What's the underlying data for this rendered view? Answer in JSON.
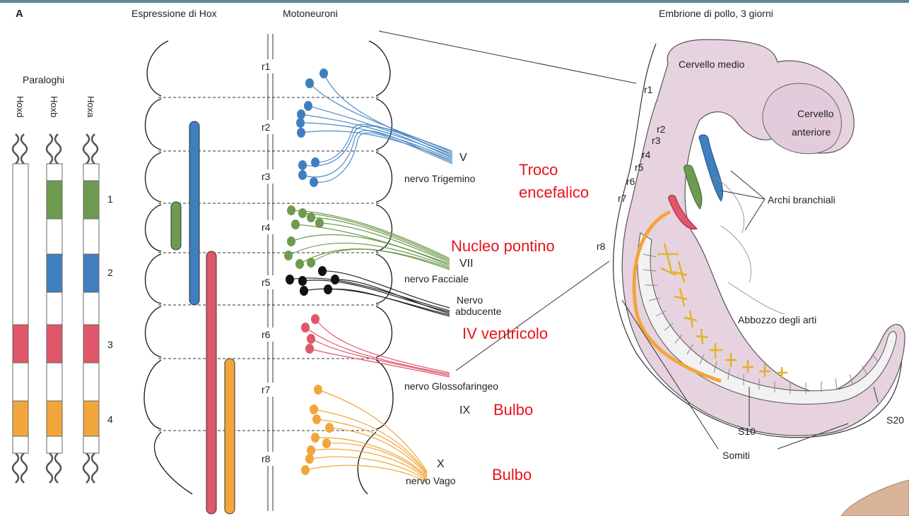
{
  "panel_letter": "A",
  "headers": {
    "hox": "Espressione  di Hox",
    "moto": "Motoneuroni",
    "embryo": "Embrione di pollo, 3 giorni"
  },
  "paralogs": {
    "title": "Paraloghi",
    "genes": [
      "Hoxd",
      "Hoxb",
      "Hoxa"
    ],
    "groups": [
      "1",
      "2",
      "3",
      "4"
    ]
  },
  "rhombomeres": [
    "r1",
    "r2",
    "r3",
    "r4",
    "r5",
    "r6",
    "r7",
    "r8"
  ],
  "nerves": {
    "v_num": "V",
    "v_name": "nervo Trigemino",
    "vii_num": "VII",
    "vii_name": "nervo Facciale",
    "abd_line1": "Nervo",
    "abd_line2": "abducente",
    "glosso": "nervo Glossofaringeo",
    "ix_num": "IX",
    "x_num": "X",
    "vago": "nervo Vago"
  },
  "annotations": {
    "troco_line1": "Troco",
    "troco_line2": "encefalico",
    "nucleo_pontino": "Nucleo pontino",
    "iv_ventricolo": "IV ventricolo",
    "bulbo_1": "Bulbo",
    "bulbo_2": "Bulbo"
  },
  "embryo_labels": {
    "cervello_medio": "Cervello medio",
    "cervello_anteriore_1": "Cervello",
    "cervello_anteriore_2": "anteriore",
    "archi": "Archi branchiali",
    "abbozzo": "Abbozzo degli arti",
    "s10": "S10",
    "s20": "S20",
    "somiti": "Somiti",
    "r_labels": [
      "r1",
      "r2",
      "r3",
      "r4",
      "r5",
      "r6",
      "r7",
      "r8"
    ]
  },
  "colors": {
    "hox1": "#6e9b4f",
    "hox2": "#3f7fbf",
    "hox3": "#e0566a",
    "hox4": "#f2a53b",
    "annotation_red": "#e8121b",
    "embryo_fill": "#e6d3df"
  }
}
